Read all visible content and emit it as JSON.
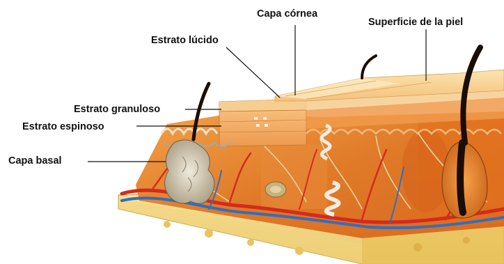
{
  "diagram": {
    "labels": {
      "capa_cornea": "Capa córnea",
      "superficie_piel": "Superficie de la piel",
      "estrato_lucido": "Estrato lúcido",
      "estrato_granuloso": "Estrato granuloso",
      "estrato_espinoso": "Estrato espinoso",
      "capa_basal": "Capa basal"
    },
    "colors": {
      "hypodermis": "#f3d98a",
      "dermis": "#e8862e",
      "epidermis_top": "#f6c27a",
      "cornea": "#f9d9a0",
      "vessel_artery": "#d42a1f",
      "vessel_vein": "#2f6fc0",
      "hair": "#1a0d05",
      "leader_line": "#111111"
    }
  }
}
